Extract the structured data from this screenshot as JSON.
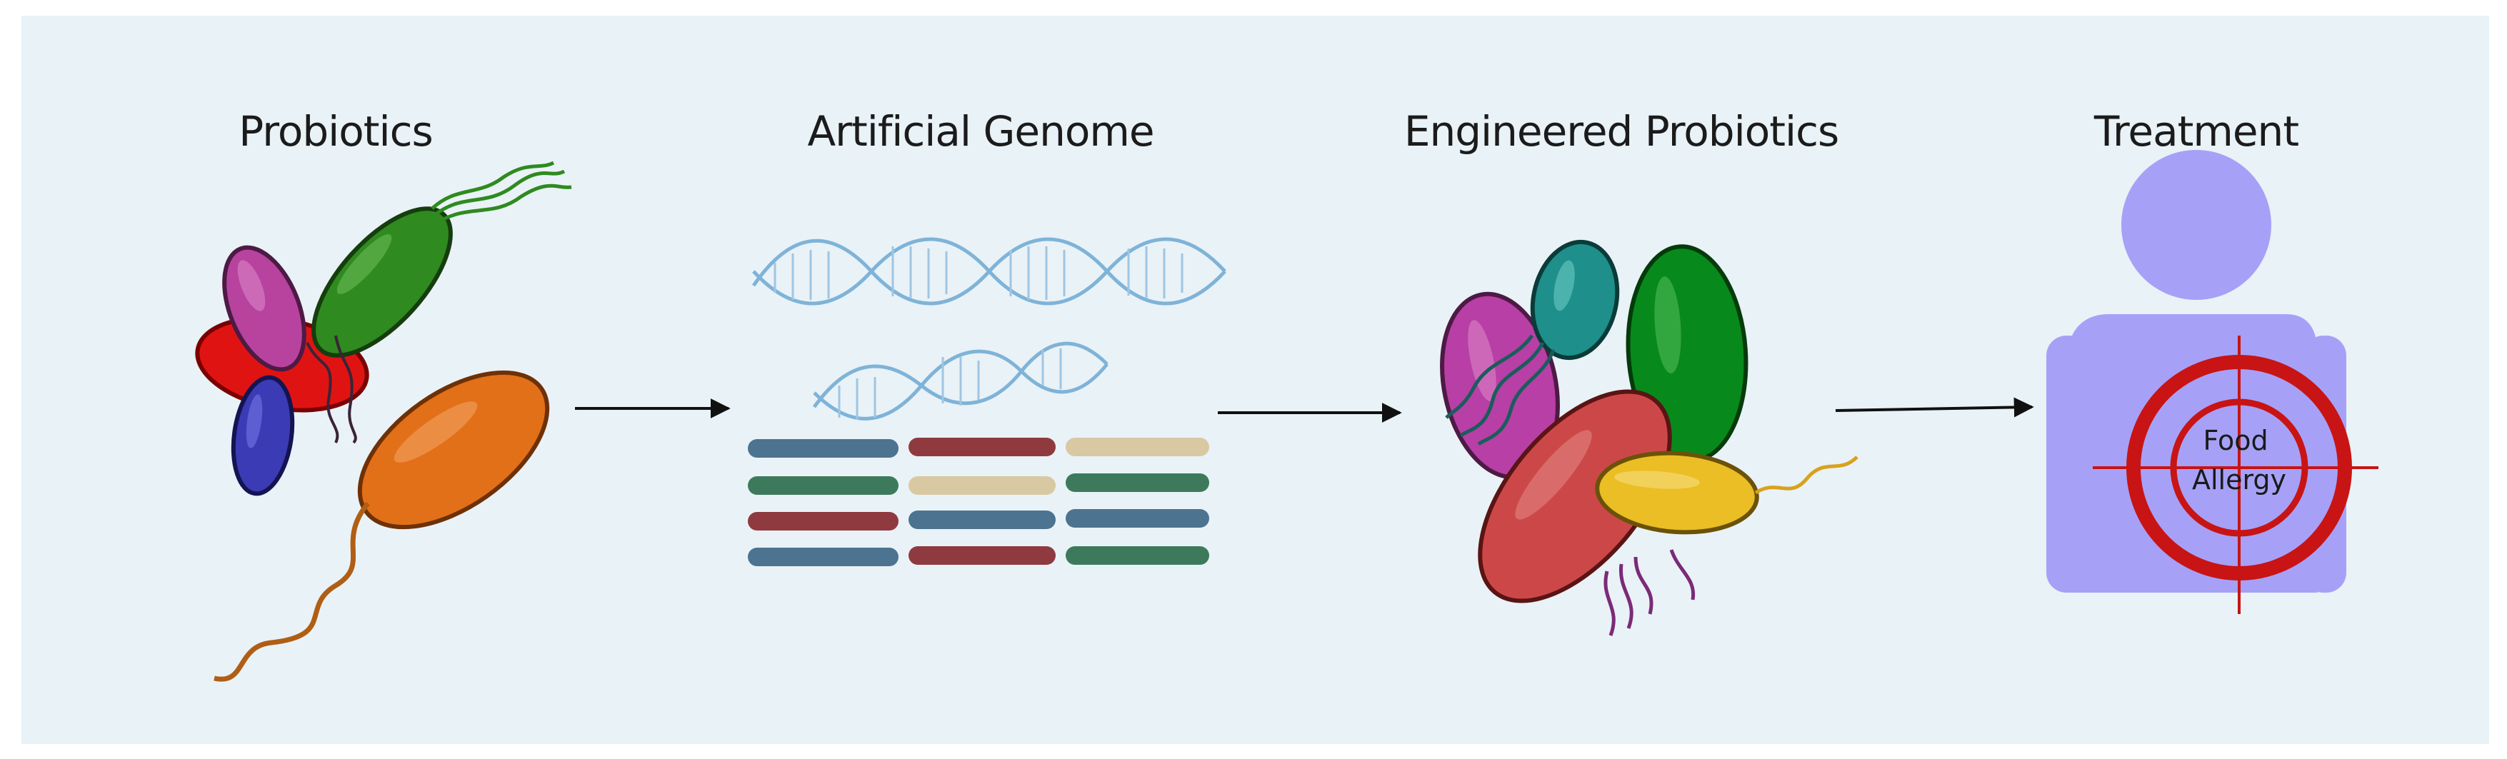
{
  "stages": [
    {
      "title": "Probiotics"
    },
    {
      "title": "Artificial Genome"
    },
    {
      "title": "Engineered Probiotics"
    },
    {
      "title": "Treatment"
    }
  ],
  "target": {
    "line1": "Food",
    "line2": "Allergy"
  },
  "colors": {
    "background": "#e9f2f7",
    "dna": "#7fb3d8",
    "person": "#a6a1f7",
    "target_ring": "#c81414",
    "arrow": "#111111"
  }
}
